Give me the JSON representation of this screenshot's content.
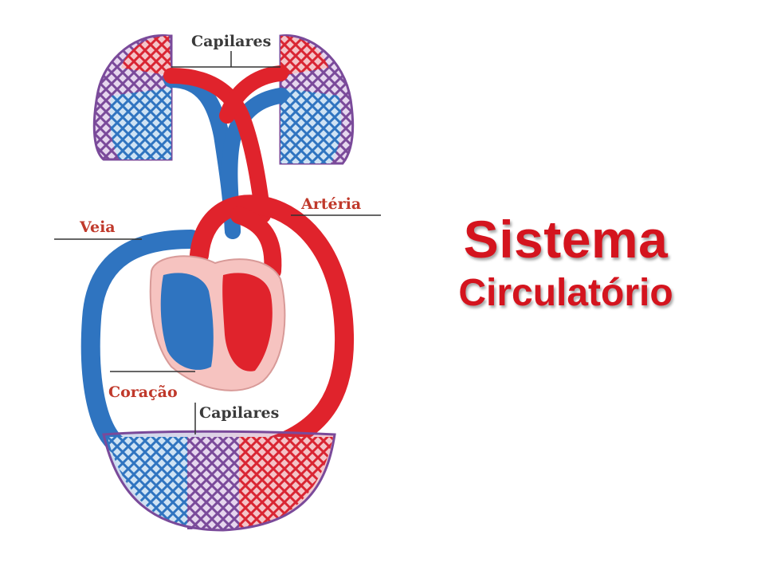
{
  "slide": {
    "title": "Sistema",
    "subtitle": "Circulatório"
  },
  "diagram": {
    "labels": {
      "capilares_top": "Capilares",
      "arteria": "Artéria",
      "veia": "Veia",
      "coracao": "Coração",
      "capilares_bottom": "Capilares"
    }
  },
  "colors": {
    "artery_red": "#e0232c",
    "vein_blue": "#2f74c0",
    "mixed_purple": "#7a4a9a",
    "heart_pink": "#f6c3c0",
    "title_red": "#d4141e"
  }
}
